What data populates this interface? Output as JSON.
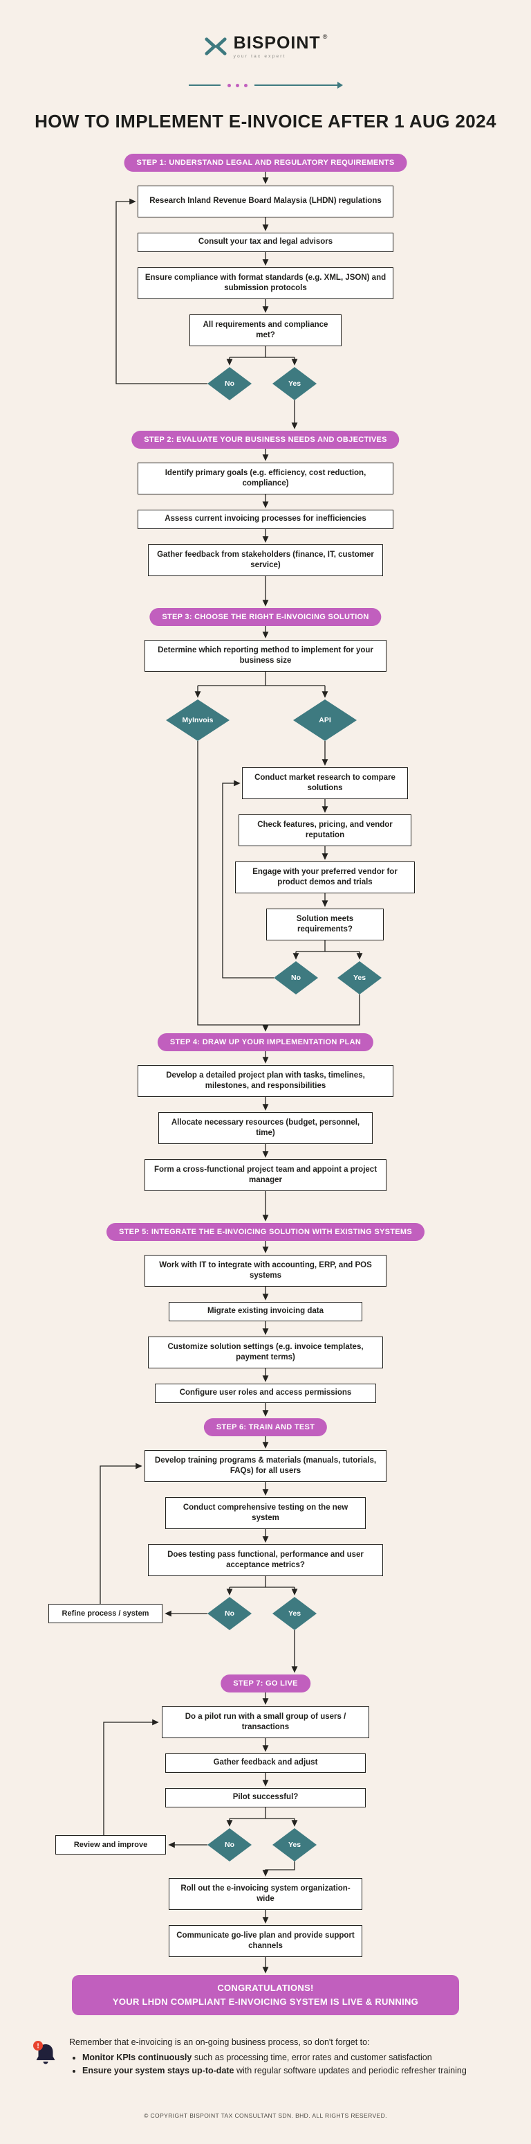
{
  "colors": {
    "background": "#f7f0e9",
    "purple": "#c15fbe",
    "teal": "#3e7a80",
    "line": "#23221f"
  },
  "header": {
    "brand": "BISPOINT",
    "registered_mark": "®",
    "tagline": "your tax expert"
  },
  "title": "HOW TO IMPLEMENT E-INVOICE AFTER 1 AUG 2024",
  "flow": {
    "step1": {
      "banner": "STEP 1: UNDERSTAND LEGAL AND REGULATORY REQUIREMENTS",
      "research": "Research Inland Revenue Board Malaysia (LHDN) regulations",
      "consult": "Consult your tax and legal advisors",
      "compliance": "Ensure compliance with format standards (e.g. XML, JSON) and submission protocols",
      "question": "All requirements and compliance met?",
      "no": "No",
      "yes": "Yes"
    },
    "step2": {
      "banner": "STEP 2: EVALUATE YOUR BUSINESS NEEDS AND OBJECTIVES",
      "goals": "Identify primary goals (e.g. efficiency, cost reduction, compliance)",
      "assess": "Assess current invoicing processes for inefficiencies",
      "feedback": "Gather feedback from stakeholders (finance, IT, customer service)"
    },
    "step3": {
      "banner": "STEP 3: CHOOSE THE RIGHT E-INVOICING SOLUTION",
      "determine": "Determine which reporting method to implement for your business size",
      "myinvois": "MyInvois",
      "api": "API",
      "research": "Conduct market research to compare solutions",
      "features": "Check features, pricing, and vendor reputation",
      "engage": "Engage with your preferred vendor for product demos and trials",
      "question": "Solution meets requirements?",
      "no": "No",
      "yes": "Yes"
    },
    "step4": {
      "banner": "STEP 4: DRAW UP YOUR IMPLEMENTATION PLAN",
      "plan": "Develop a detailed project plan with tasks, timelines, milestones, and responsibilities",
      "resources": "Allocate necessary resources (budget, personnel, time)",
      "team": "Form a cross-functional project team and appoint a project manager"
    },
    "step5": {
      "banner": "STEP 5: INTEGRATE THE E-INVOICING SOLUTION WITH EXISTING SYSTEMS",
      "integrate": "Work with IT to integrate with accounting, ERP, and POS systems",
      "migrate": "Migrate existing invoicing data",
      "customize": "Customize solution settings (e.g. invoice templates, payment terms)",
      "roles": "Configure user roles and access permissions"
    },
    "step6": {
      "banner": "STEP 6: TRAIN AND TEST",
      "training": "Develop training programs & materials (manuals, tutorials, FAQs) for all users",
      "testing": "Conduct comprehensive testing on the new system",
      "question": "Does testing pass functional, performance and user acceptance metrics?",
      "refine": "Refine process / system",
      "no": "No",
      "yes": "Yes"
    },
    "step7": {
      "banner": "STEP 7: GO LIVE",
      "pilot": "Do a pilot run with a small group of users / transactions",
      "gather": "Gather feedback and adjust",
      "question": "Pilot successful?",
      "review": "Review and improve",
      "rollout": "Roll out the e-invoicing system organization-wide",
      "communicate": "Communicate go-live plan and provide support channels",
      "no": "No",
      "yes": "Yes"
    },
    "congrats": {
      "line1": "CONGRATULATIONS!",
      "line2": "YOUR LHDN COMPLIANT E-INVOICING SYSTEM IS LIVE & RUNNING"
    }
  },
  "footer": {
    "reminder_intro": "Remember that e-invoicing is an on-going business process, so don't forget to:",
    "bullets": [
      {
        "lead": "Monitor KPIs continuously",
        "rest": " such as processing time, error rates and customer satisfaction"
      },
      {
        "lead": "Ensure your system stays up-to-date",
        "rest": " with regular software updates and periodic refresher training"
      }
    ],
    "copyright": "© COPYRIGHT BISPOINT TAX CONSULTANT SDN. BHD. ALL RIGHTS RESERVED."
  }
}
